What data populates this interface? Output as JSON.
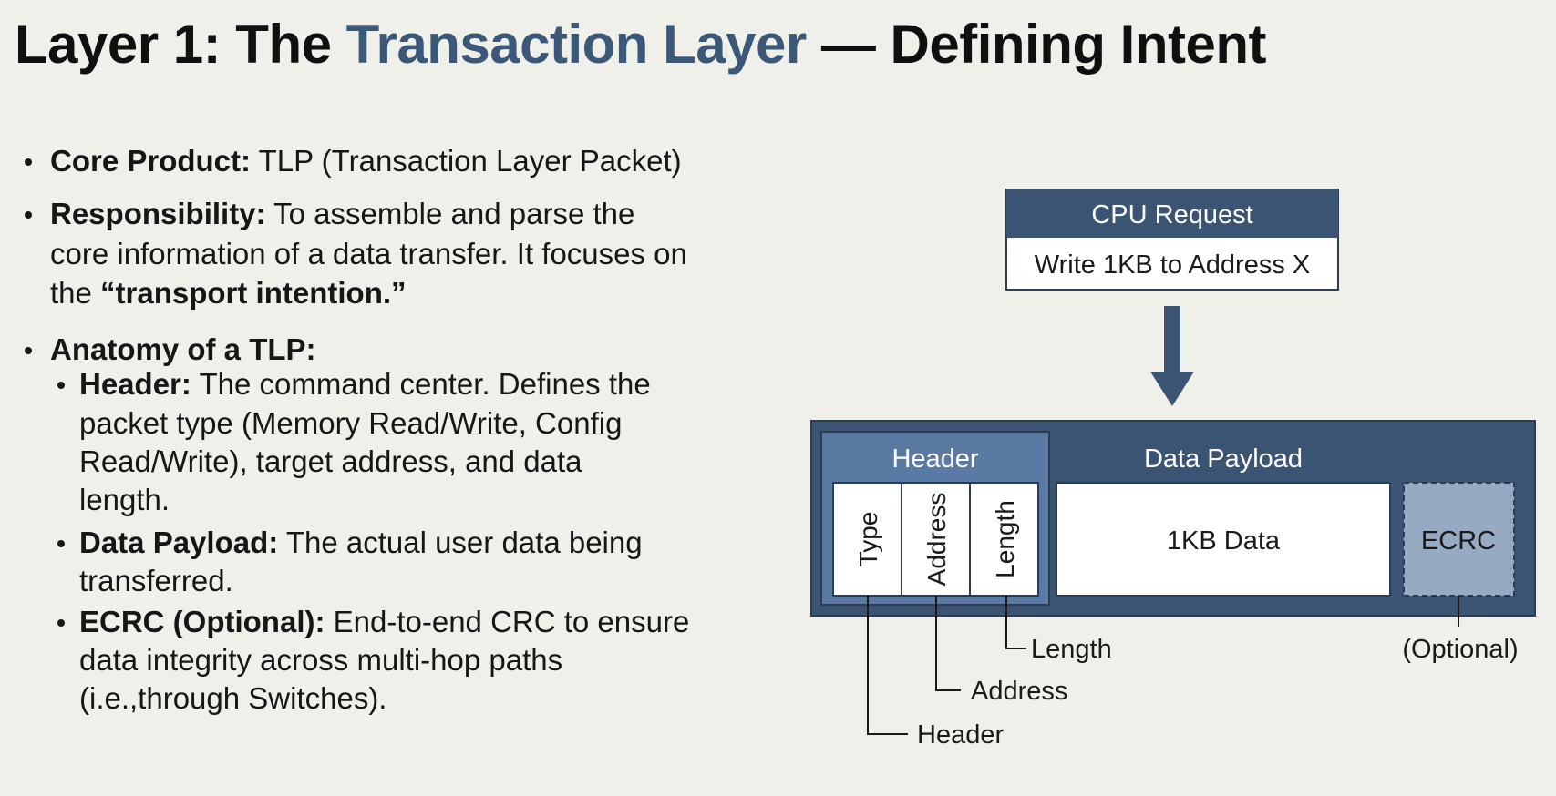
{
  "title": {
    "prefix": "Layer 1: The ",
    "highlight": "Transaction Layer",
    "suffix": " — Defining Intent"
  },
  "bullets": {
    "core_product": {
      "label": "Core Product:",
      "text": " TLP (Transaction Layer Packet)"
    },
    "responsibility": {
      "label": "Responsibility:",
      "text1": " To assemble and parse the",
      "text2": "core information of a data transfer. It focuses on",
      "text3_prefix": "the ",
      "text3_bold": "“transport intention.”"
    },
    "anatomy": {
      "label": "Anatomy of a TLP:",
      "header": {
        "label": "Header:",
        "text1": " The command center. Defines the",
        "text2": "packet type (Memory Read/Write, Config",
        "text3": "Read/Write), target address, and data",
        "text4": "length."
      },
      "payload": {
        "label": "Data Payload:",
        "text1": " The actual user data being",
        "text2": "transferred."
      },
      "ecrc": {
        "label": "ECRC (Optional):",
        "text1": " End-to-end CRC to ensure",
        "text2": "data integrity across multi-hop paths",
        "text3": "(i.e.,through Switches)."
      }
    }
  },
  "diagram": {
    "cpu_request": {
      "title": "CPU Request",
      "body": "Write 1KB to Address X"
    },
    "header_section": "Header",
    "payload_section": "Data Payload",
    "fields": {
      "type": "Type",
      "address": "Address",
      "length": "Length"
    },
    "data_block": "1KB Data",
    "ecrc_block": "ECRC",
    "callouts": {
      "length": "Length",
      "address": "Address",
      "header": "Header",
      "optional": "(Optional)"
    },
    "colors": {
      "navy": "#3c5474",
      "header_blue": "#5a7aa4",
      "ecrc_blue": "#97aac4",
      "background": "#f0f0ea",
      "title_accent": "#3b5878"
    }
  }
}
